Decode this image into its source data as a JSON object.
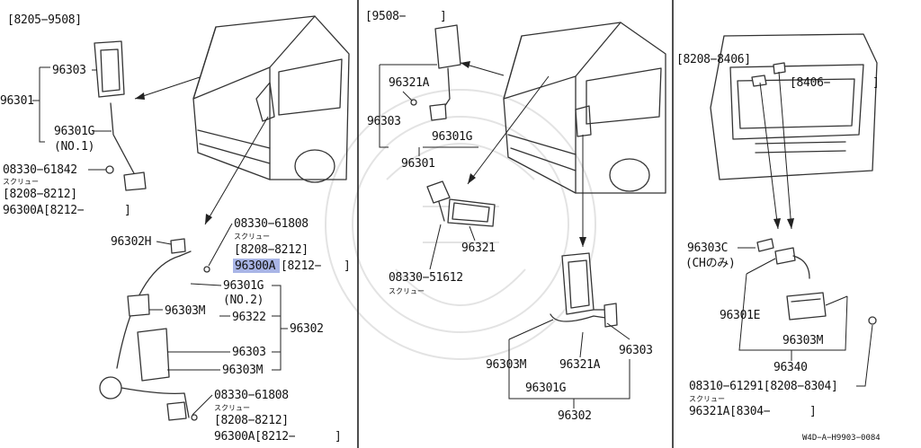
{
  "panel_left": {
    "date_range_top": "[8205−9508]",
    "label_96303": "96303",
    "label_96301": "96301",
    "label_96301g": "96301G",
    "label_no1": "(NO.1)",
    "screw_top_part": "08330−61842",
    "screw_top_kana": "スクリュー",
    "screw_top_range": "[8208−8212]",
    "screw_top_alt": "96300A[8212−",
    "screw_top_alt_end": "]",
    "label_96302h": "96302H",
    "screw_mid_part": "08330−61808",
    "screw_mid_kana": "スクリュー",
    "screw_mid_range": "[8208−8212]",
    "screw_mid_alt_highlight": "96300A",
    "screw_mid_alt_rest": "[8212−",
    "screw_mid_alt_end": "]",
    "label_96301g_b": "96301G",
    "label_no2": "(NO.2)",
    "label_96303m_a": "96303M",
    "label_96322": "96322",
    "label_96302": "96302",
    "label_96303_b": "96303",
    "label_96303m_b": "96303M",
    "screw_bot_part": "08330−61808",
    "screw_bot_kana": "スクリュー",
    "screw_bot_range": "[8208−8212]",
    "screw_bot_alt": "96300A[8212−",
    "screw_bot_alt_end": "]"
  },
  "panel_mid": {
    "date_range_top": "[9508−",
    "date_range_top_end": "]",
    "label_96321a": "96321A",
    "label_96303": "96303",
    "label_96301g": "96301G",
    "label_96301": "96301",
    "label_96321": "96321",
    "screw_part": "08330−51612",
    "screw_kana": "スクリュー",
    "label_96303m": "96303M",
    "label_96321a_b": "96321A",
    "label_96303_b": "96303",
    "label_96301g_b": "96301G",
    "label_96302": "96302"
  },
  "panel_right": {
    "date_range_a": "[8208−8406]",
    "date_range_b": "[8406−",
    "date_range_b_end": "]",
    "label_96303c": "96303C",
    "label_ch_only": "(CHのみ)",
    "label_96301e": "96301E",
    "label_96303m": "96303M",
    "label_96340": "96340",
    "screw_part_range": "08310−61291[8208−8304]",
    "screw_kana": "スクリュー",
    "screw_alt": "96321A[8304−",
    "screw_alt_end": "]"
  },
  "footer": {
    "code": "W4D−A−H9903−0084"
  },
  "colors": {
    "highlight": "#a9b5e6",
    "line": "#222222"
  }
}
